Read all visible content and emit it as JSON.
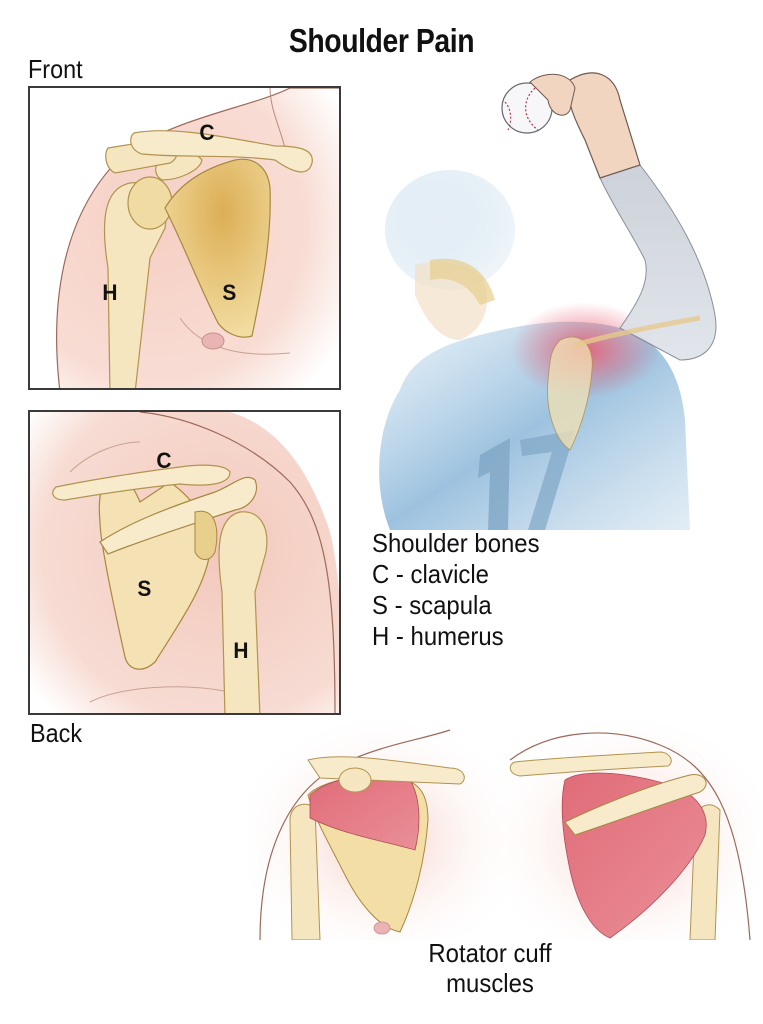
{
  "title": "Shoulder Pain",
  "views": {
    "front": {
      "label": "Front",
      "bone_labels": {
        "clavicle": "C",
        "scapula": "S",
        "humerus": "H"
      }
    },
    "back": {
      "label": "Back",
      "bone_labels": {
        "clavicle": "C",
        "scapula": "S",
        "humerus": "H"
      }
    }
  },
  "legend": {
    "heading": "Shoulder bones",
    "items": [
      {
        "key": "C",
        "text": "C - clavicle"
      },
      {
        "key": "S",
        "text": "S - scapula"
      },
      {
        "key": "H",
        "text": "H - humerus"
      }
    ]
  },
  "pitcher_illustration": {
    "jersey_number": "17",
    "pain_highlight_color": "#e8566a"
  },
  "rotator_cuff": {
    "caption_line1": "Rotator cuff",
    "caption_line2": "muscles"
  },
  "colors": {
    "skin": "#f5d2c8",
    "bone": "#f3e2b3",
    "bone_shade": "#e4c27a",
    "muscle": "#e57a84",
    "jersey": "#9fc3df",
    "box_border": "#3a3a3a"
  }
}
